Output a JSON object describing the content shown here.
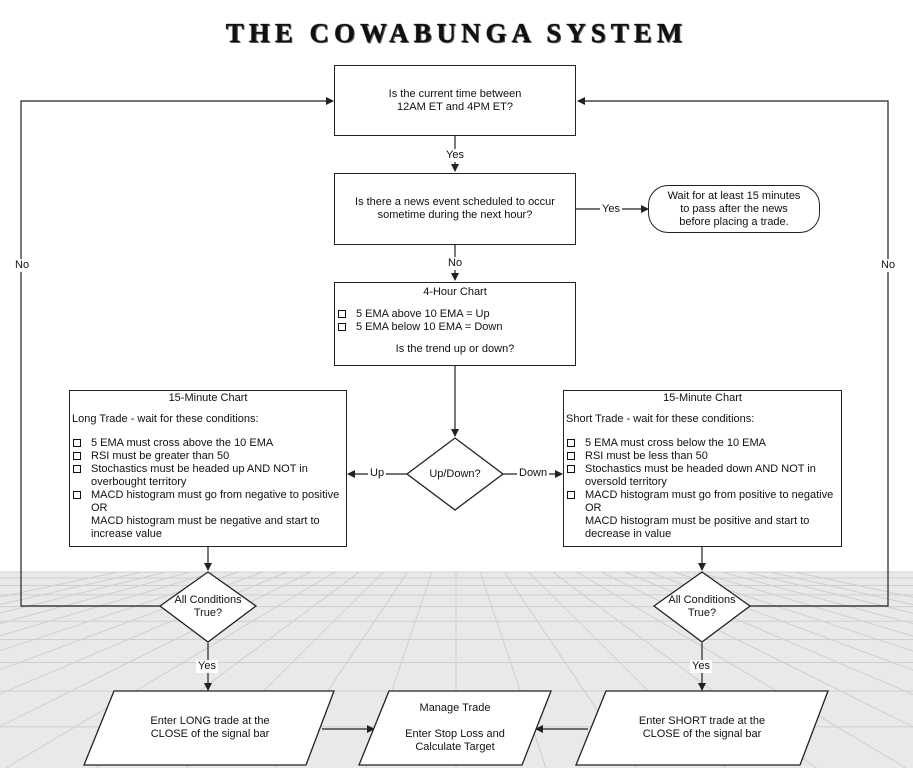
{
  "title": "THE COWABUNGA SYSTEM",
  "nodes": {
    "time_check": {
      "line1": "Is the current time between",
      "line2": "12AM ET and 4PM ET?"
    },
    "news_check": {
      "line1": "Is there a news event scheduled to occur",
      "line2": "sometime during the next hour?"
    },
    "wait": {
      "line1": "Wait for at least 15 minutes",
      "line2": "to pass after the news",
      "line3": "before placing a trade."
    },
    "four_hour": {
      "header": "4-Hour Chart",
      "items": [
        "5 EMA above 10 EMA = Up",
        "5 EMA below 10 EMA = Down"
      ],
      "question": "Is the trend up or down?"
    },
    "updown": {
      "label": "Up/Down?"
    },
    "long_chart": {
      "header": "15-Minute Chart",
      "lead": "Long Trade - wait for these conditions:",
      "items": [
        "5 EMA must cross above the 10 EMA",
        "RSI must be greater than 50",
        "Stochastics must be headed up AND NOT in",
        "MACD histogram must go from negative to positive"
      ],
      "cont": [
        "overbought territory",
        "OR",
        "MACD histogram must be negative and start to",
        "increase value"
      ]
    },
    "short_chart": {
      "header": "15-Minute Chart",
      "lead": "Short Trade - wait for these conditions:",
      "items": [
        "5 EMA must cross below the 10 EMA",
        "RSI must be less than 50",
        "Stochastics must be headed down AND NOT in",
        "MACD histogram must go from positive to negative"
      ],
      "cont": [
        "oversold territory",
        "OR",
        "MACD histogram must be positive and start to",
        "decrease in value"
      ]
    },
    "all_long": {
      "line1": "All Conditions",
      "line2": "True?"
    },
    "all_short": {
      "line1": "All Conditions",
      "line2": "True?"
    },
    "enter_long": {
      "line1": "Enter LONG trade at the",
      "line2": "CLOSE of the signal bar"
    },
    "manage": {
      "line1": "Manage Trade",
      "line2": "Enter Stop Loss and",
      "line3": "Calculate Target"
    },
    "enter_short": {
      "line1": "Enter SHORT trade at the",
      "line2": "CLOSE of the signal bar"
    }
  },
  "edges": {
    "yes_1": "Yes",
    "yes_news": "Yes",
    "no_news": "No",
    "no_left": "No",
    "no_right": "No",
    "up": "Up",
    "down": "Down",
    "yes_long": "Yes",
    "yes_short": "Yes"
  },
  "colors": {
    "line": "#222222",
    "grid": "#cfcfcf",
    "floor": "#e9e9e9"
  }
}
